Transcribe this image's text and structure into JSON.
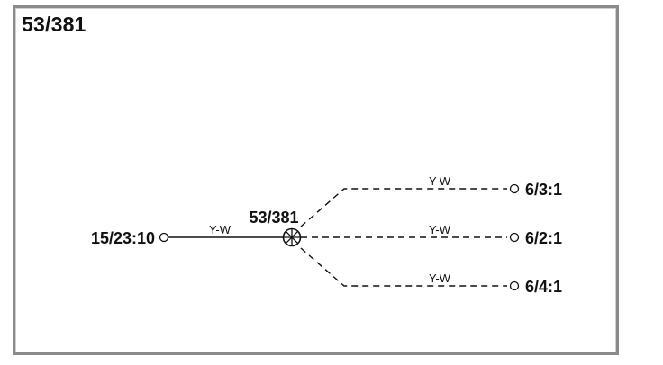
{
  "title": "53/381",
  "splice": {
    "label": "53/381"
  },
  "source": {
    "label": "15/23:10",
    "wire_label": "Y-W"
  },
  "branches": [
    {
      "terminal": "6/3:1",
      "wire_label": "Y-W"
    },
    {
      "terminal": "6/2:1",
      "wire_label": "Y-W"
    },
    {
      "terminal": "6/4:1",
      "wire_label": "Y-W"
    }
  ]
}
